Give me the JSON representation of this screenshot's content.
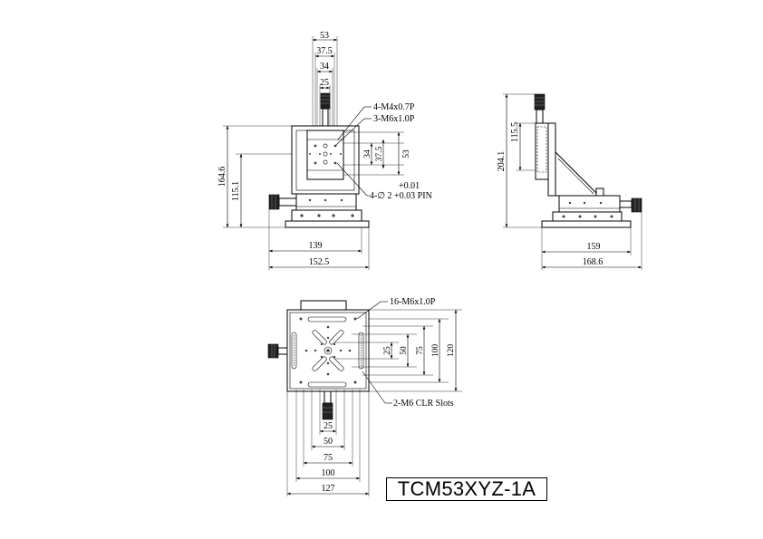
{
  "model": "TCM53XYZ-1A",
  "front_view": {
    "top_dims": [
      "53",
      "37.5",
      "34",
      "25"
    ],
    "left_dims": [
      "164.6",
      "115.1"
    ],
    "right_dims": [
      "34",
      "37.5",
      "53"
    ],
    "bottom_dims": [
      "139",
      "152.5"
    ],
    "callouts": [
      "4-M4x0.7P",
      "3-M6x1.0P"
    ],
    "pin_tolerance_upper": "+0.01",
    "pin_callout": "4-∅ 2 +0.03 PIN"
  },
  "side_view": {
    "vertical_dims": [
      "115.5",
      "204.1"
    ],
    "bottom_dims": [
      "159",
      "168.6"
    ]
  },
  "top_view": {
    "callouts": [
      "16-M6x1.0P",
      "2-M6 CLR Slots"
    ],
    "right_dims": [
      "25",
      "50",
      "75",
      "100",
      "120"
    ],
    "bottom_dims": [
      "25",
      "50",
      "75",
      "100",
      "127"
    ]
  }
}
